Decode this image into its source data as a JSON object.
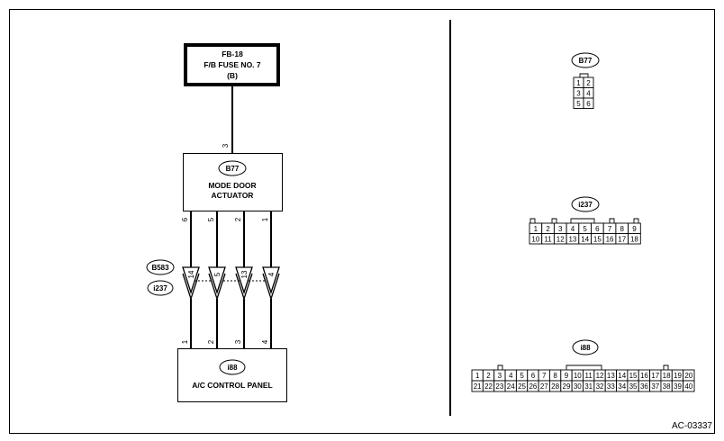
{
  "figure_id": "AC-03337",
  "diagram": {
    "fuse": {
      "code": "FB-18",
      "name": "F/B FUSE NO. 7",
      "sub": "(B)"
    },
    "actuator": {
      "connector": "B77",
      "label_line1": "MODE DOOR",
      "label_line2": "ACTUATOR",
      "supply_pin": "3",
      "pins": [
        "6",
        "5",
        "2",
        "1"
      ]
    },
    "junction": {
      "connector_a": "B583",
      "connector_b": "i237",
      "pins": [
        "14",
        "5",
        "13",
        "4"
      ]
    },
    "control_panel": {
      "connector": "i88",
      "label": "A/C CONTROL PANEL",
      "pins": [
        "1",
        "2",
        "3",
        "4"
      ]
    }
  },
  "connector_views": {
    "b77": {
      "name": "B77",
      "rows": [
        [
          "1",
          "2"
        ],
        [
          "3",
          "4"
        ],
        [
          "5",
          "6"
        ]
      ]
    },
    "i237": {
      "name": "i237",
      "rows": [
        [
          "1",
          "2",
          "3",
          "4",
          "5",
          "6",
          "7",
          "8",
          "9"
        ],
        [
          "10",
          "11",
          "12",
          "13",
          "14",
          "15",
          "16",
          "17",
          "18"
        ]
      ]
    },
    "i88": {
      "name": "i88",
      "rows": [
        [
          "1",
          "2",
          "3",
          "4",
          "5",
          "6",
          "7",
          "8",
          "9",
          "10",
          "11",
          "12",
          "13",
          "14",
          "15",
          "16",
          "17",
          "18",
          "19",
          "20"
        ],
        [
          "21",
          "22",
          "23",
          "24",
          "25",
          "26",
          "27",
          "28",
          "29",
          "30",
          "31",
          "32",
          "33",
          "34",
          "35",
          "36",
          "37",
          "38",
          "39",
          "40"
        ]
      ]
    }
  }
}
